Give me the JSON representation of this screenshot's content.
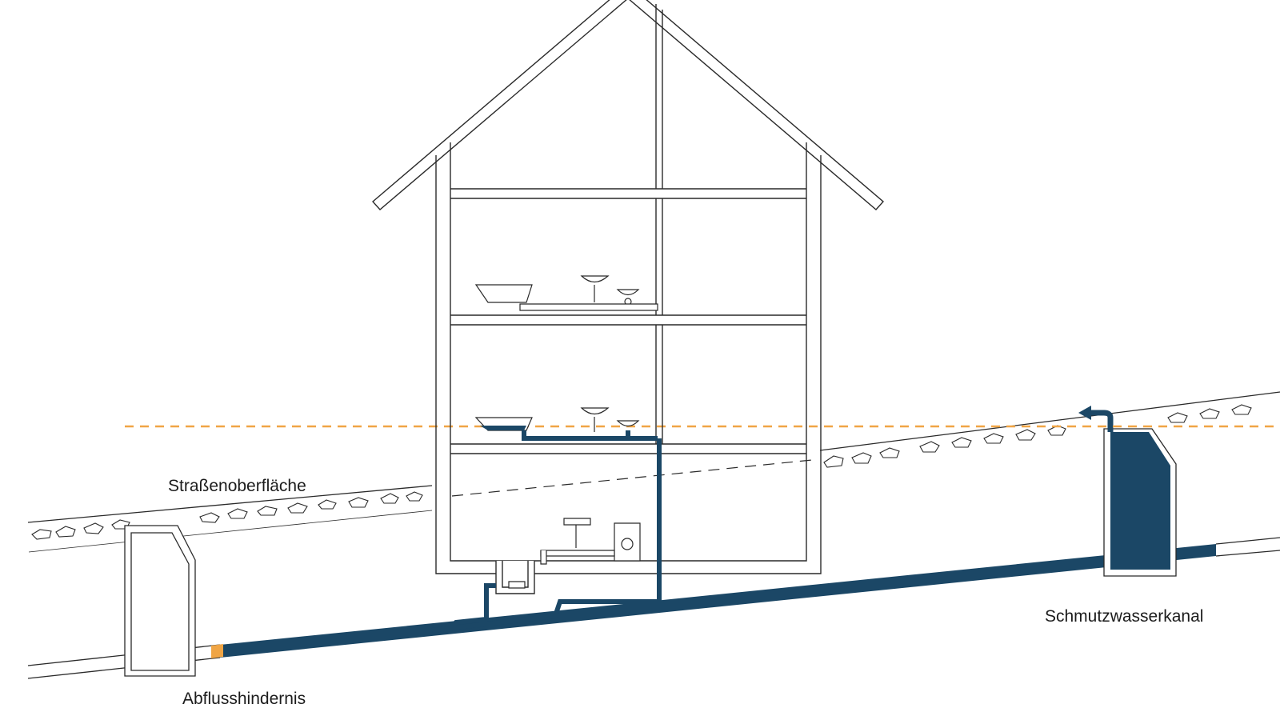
{
  "labels": {
    "street_surface": "Straßenoberfläche",
    "sewer_channel": "Schmutzwasserkanal",
    "flow_obstruction": "Abflusshindernis"
  },
  "colors": {
    "outline": "#2a2a2a",
    "sewage_water": "#1b4766",
    "backflow_level_line": "#f0a545",
    "obstruction_marker": "#f0a545",
    "background": "#ffffff"
  }
}
